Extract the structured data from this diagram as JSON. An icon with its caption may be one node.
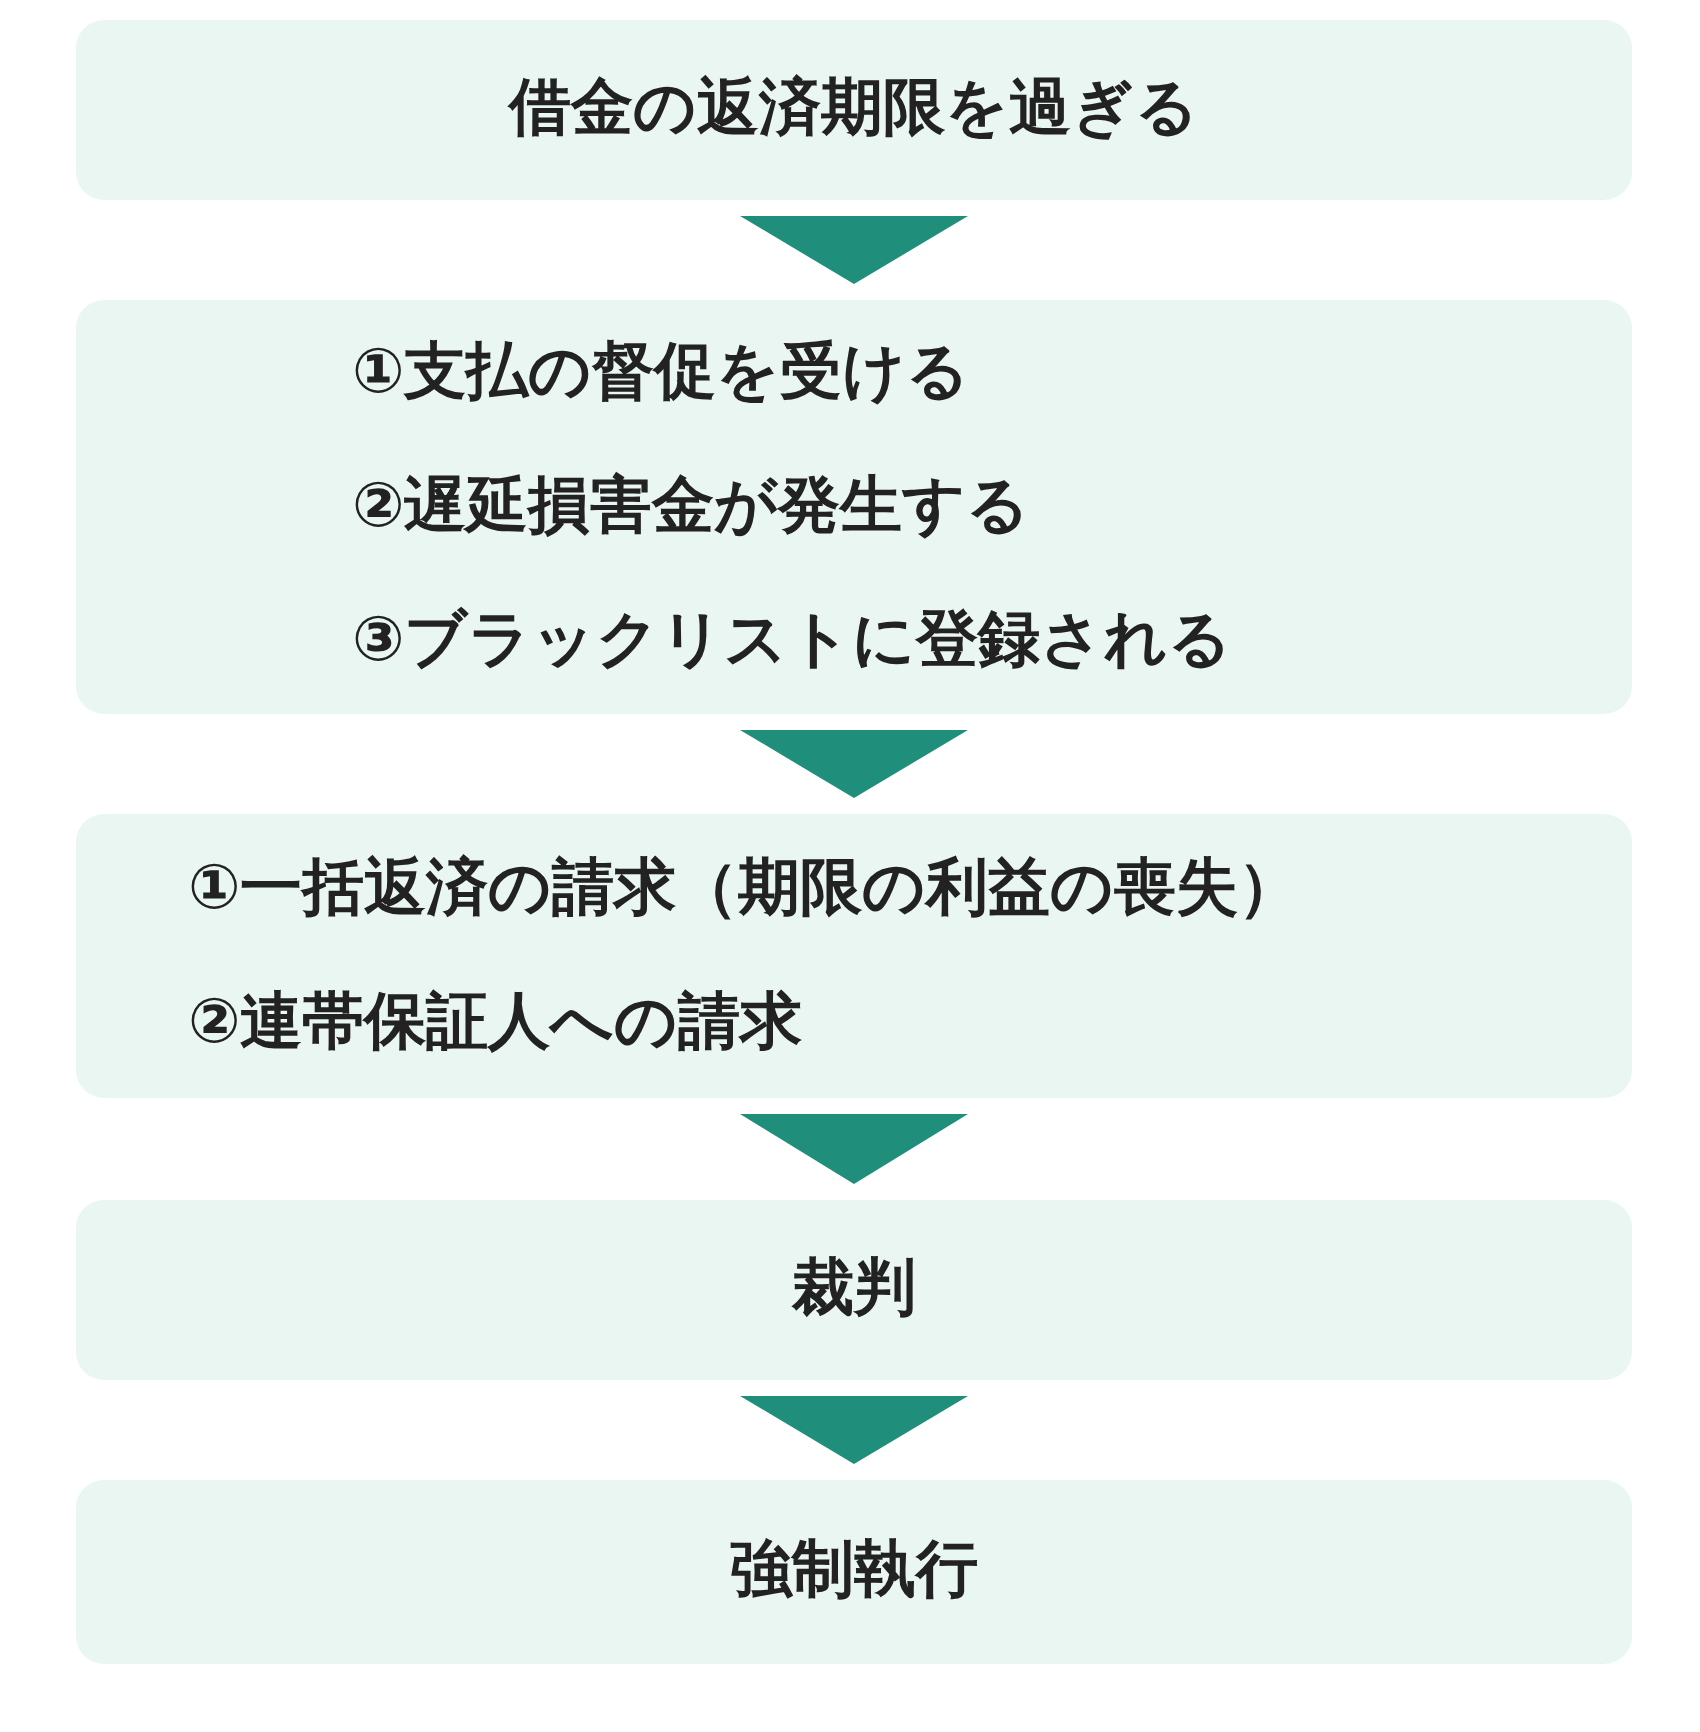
{
  "diagram": {
    "nodes": [
      {
        "text": [
          "借金の返済期限を過ぎる"
        ]
      },
      {
        "text": [
          "①支払の督促を受ける",
          "②遅延損害金が発生する",
          "③ブラックリストに登録される"
        ]
      },
      {
        "text": [
          "①一括返済の請求（期限の利益の喪失）",
          "②連帯保証人への請求"
        ]
      },
      {
        "text": [
          "裁判"
        ]
      },
      {
        "text": [
          "強制執行"
        ]
      }
    ],
    "edges": [
      {
        "from": 0,
        "to": 1,
        "arrow": "to"
      },
      {
        "from": 1,
        "to": 2,
        "arrow": "to"
      },
      {
        "from": 2,
        "to": 3,
        "arrow": "to"
      },
      {
        "from": 3,
        "to": 4,
        "arrow": "to"
      }
    ]
  }
}
